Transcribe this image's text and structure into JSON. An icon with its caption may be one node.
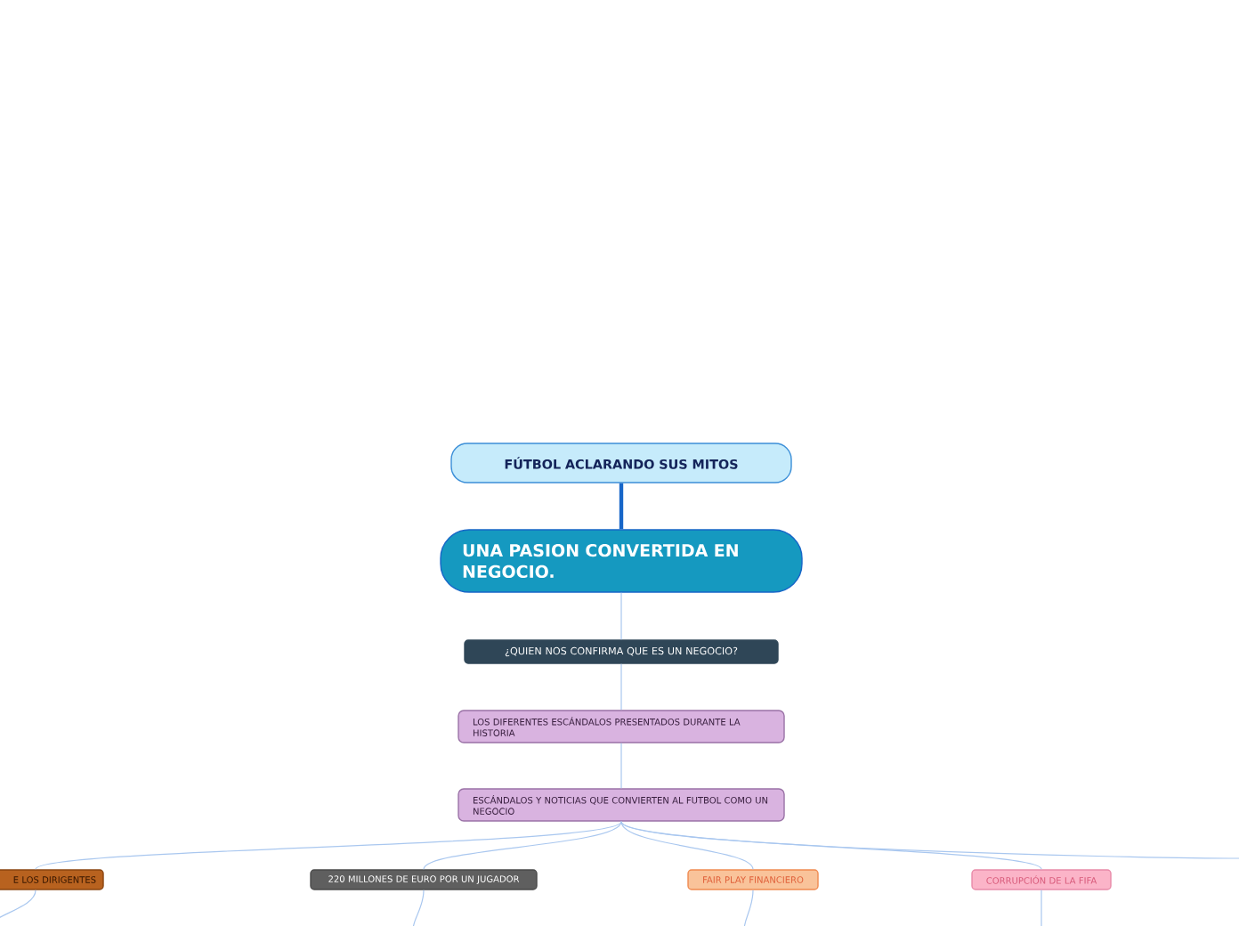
{
  "diagram": {
    "nodes": [
      {
        "text": [
          "FÚTBOL ACLARANDO SUS MITOS"
        ]
      },
      {
        "text": [
          "UNA PASION CONVERTIDA EN NEGOCIO."
        ]
      },
      {
        "text": [
          "¿QUIEN NOS CONFIRMA QUE ES UN NEGOCIO?"
        ]
      },
      {
        "text": [
          "LOS DIFERENTES ESCÁNDALOS PRESENTADOS DURANTE LA HISTORIA"
        ]
      },
      {
        "text": [
          "ESCÁNDALOS Y NOTICIAS QUE CONVIERTEN AL FUTBOL COMO UN NEGOCIO"
        ]
      },
      {
        "text": [
          "E LOS DIRIGENTES"
        ]
      },
      {
        "text": [
          "220 MILLONES DE EURO POR UN JUGADOR"
        ]
      },
      {
        "text": [
          "FAIR PLAY FINANCIERO"
        ]
      },
      {
        "text": [
          "CORRUPCIÓN DE LA FIFA"
        ]
      }
    ],
    "edges": [
      {
        "from": 0,
        "to": 1,
        "arrow": "none",
        "style": "thick",
        "color": "#1766c8"
      },
      {
        "from": 1,
        "to": 2,
        "arrow": "none"
      },
      {
        "from": 2,
        "to": 3,
        "arrow": "none"
      },
      {
        "from": 3,
        "to": 4,
        "arrow": "none"
      },
      {
        "from": 4,
        "to": 5,
        "arrow": "none"
      },
      {
        "from": 4,
        "to": 6,
        "arrow": "none"
      },
      {
        "from": 4,
        "to": 7,
        "arrow": "none"
      },
      {
        "from": 4,
        "to": 8,
        "arrow": "none"
      },
      {
        "from": 4,
        "to": null,
        "arrow": "none"
      },
      {
        "from": 5,
        "to": null,
        "arrow": "none"
      },
      {
        "from": 6,
        "to": null,
        "arrow": "none"
      },
      {
        "from": 7,
        "to": null,
        "arrow": "none"
      },
      {
        "from": 8,
        "to": null,
        "arrow": "none"
      }
    ]
  }
}
